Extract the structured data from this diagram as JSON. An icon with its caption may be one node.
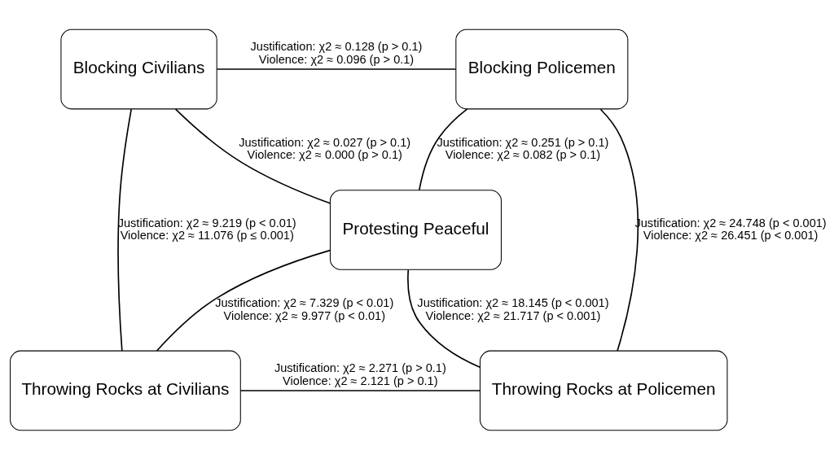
{
  "diagram": {
    "nodes": [
      {
        "text": [
          "Blocking Civilians"
        ]
      },
      {
        "text": [
          "Blocking Policemen"
        ]
      },
      {
        "text": [
          "Protesting Peaceful"
        ]
      },
      {
        "text": [
          "Throwing Rocks at Civilians"
        ]
      },
      {
        "text": [
          "Throwing Rocks at Policemen"
        ]
      }
    ],
    "edges": [
      {
        "from": 0,
        "to": 1,
        "arrow": "none",
        "label": "Justification: χ2 ≈ 0.128 (p > 0.1) Violence: χ2 ≈ 0.096 (p > 0.1)"
      },
      {
        "from": 0,
        "to": 2,
        "arrow": "none",
        "label": "Justification: χ2 ≈ 0.027 (p > 0.1) Violence: χ2 ≈ 0.000 (p > 0.1)"
      },
      {
        "from": 1,
        "to": 2,
        "arrow": "none",
        "label": "Justification: χ2 ≈ 0.251 (p > 0.1) Violence: χ2 ≈ 0.082 (p > 0.1)"
      },
      {
        "from": 0,
        "to": 3,
        "arrow": "none",
        "label": "Justification: χ2 ≈ 9.219 (p < 0.01) Violence: χ2 ≈ 11.076 (p ≤ 0.001)"
      },
      {
        "from": 1,
        "to": 4,
        "arrow": "none",
        "label": "Justification: χ2 ≈ 24.748 (p < 0.001) Violence: χ2 ≈ 26.451 (p < 0.001)"
      },
      {
        "from": 3,
        "to": 2,
        "arrow": "none",
        "label": "Justification: χ2 ≈ 7.329 (p < 0.01) Violence: χ2 ≈ 9.977 (p < 0.01)"
      },
      {
        "from": 4,
        "to": 2,
        "arrow": "none",
        "label": "Justification: χ2 ≈ 18.145 (p < 0.001) Violence: χ2 ≈ 21.717 (p < 0.001)"
      },
      {
        "from": 3,
        "to": 4,
        "arrow": "none",
        "label": "Justification: χ2 ≈ 2.271 (p > 0.1) Violence: χ2 ≈ 2.121 (p > 0.1)"
      }
    ]
  }
}
